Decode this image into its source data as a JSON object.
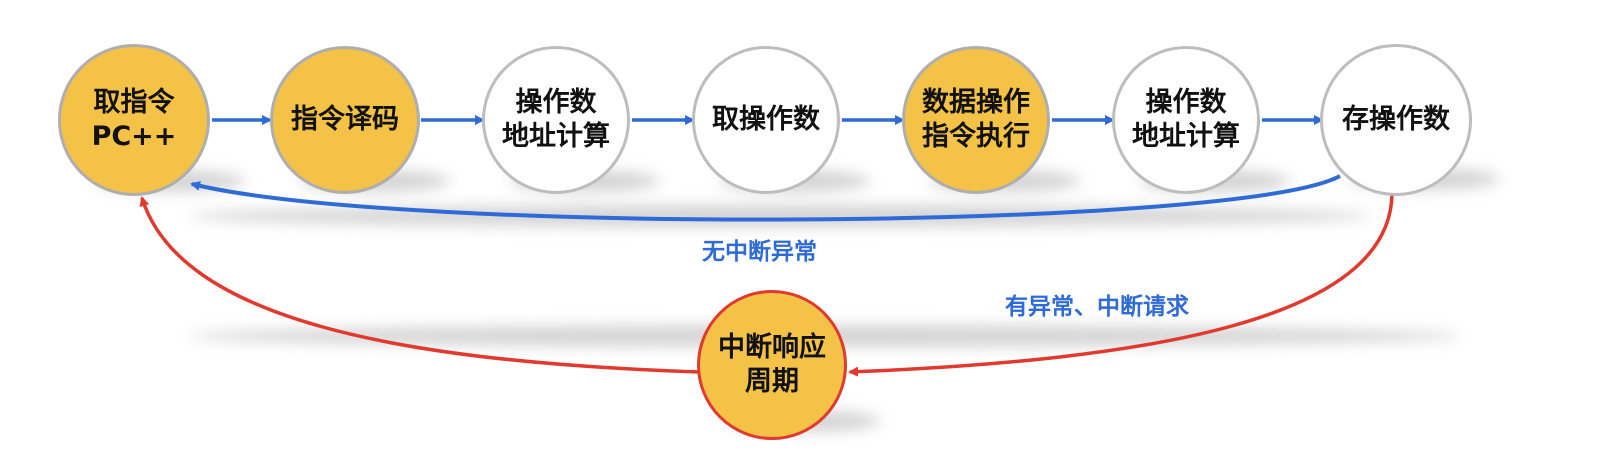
{
  "nodes": {
    "fetch": {
      "label": "取指令\nPC++",
      "color": "#f4c247"
    },
    "decode": {
      "label": "指令译码",
      "color": "#f4c247"
    },
    "addr1": {
      "label": "操作数\n地址计算",
      "color": "#ffffff"
    },
    "fetch_operand": {
      "label": "取操作数",
      "color": "#ffffff"
    },
    "execute": {
      "label": "数据操作\n指令执行",
      "color": "#f4c247"
    },
    "addr2": {
      "label": "操作数\n地址计算",
      "color": "#ffffff"
    },
    "store": {
      "label": "存操作数",
      "color": "#ffffff"
    },
    "interrupt": {
      "label": "中断响应\n周期",
      "color": "#f4c247"
    }
  },
  "edges": {
    "no_interrupt": {
      "label": "无中断异常",
      "color": "#2f6bd6"
    },
    "interrupt_request": {
      "label": "有异常、中断请求",
      "color": "#e03a2f"
    }
  },
  "colors": {
    "flow_arrow": "#2f6bd6",
    "interrupt_arrow": "#e03a2f",
    "highlight_fill": "#f4c247"
  }
}
